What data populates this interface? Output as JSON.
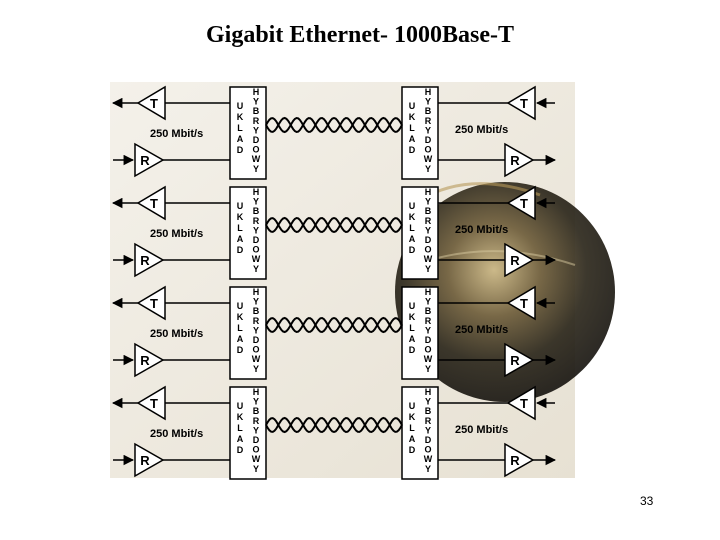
{
  "slide": {
    "title": "Gigabit Ethernet- 1000Base-T",
    "page_number": "33"
  },
  "diagram": {
    "transmitter_label": "T",
    "receiver_label": "R",
    "rate_label": "250 Mbit/s",
    "hybrid_letters_left": [
      "U",
      "K",
      "L",
      "A",
      "D"
    ],
    "hybrid_letters_right": [
      "H",
      "Y",
      "B",
      "R",
      "Y",
      "D",
      "O",
      "W",
      "Y"
    ],
    "channel_count": 4,
    "colors": {
      "background_globe": "#3b3424",
      "background_light": "#f0ece2",
      "line": "#000000"
    }
  }
}
